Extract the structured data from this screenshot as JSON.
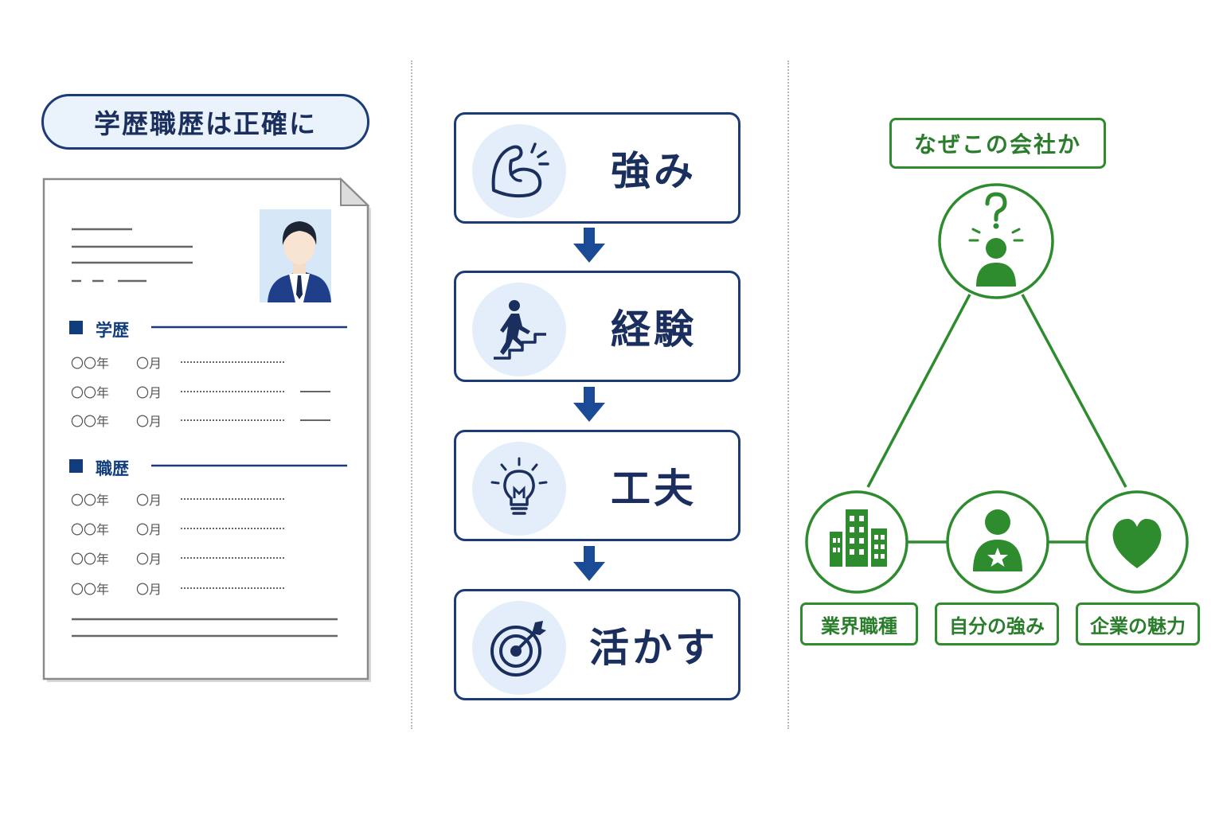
{
  "left_panel": {
    "title": "学歴職歴は正確に",
    "education": {
      "heading": "学歴",
      "rows": [
        {
          "year": "〇〇年",
          "month": "〇月"
        },
        {
          "year": "〇〇年",
          "month": "〇月"
        },
        {
          "year": "〇〇年",
          "month": "〇月"
        }
      ]
    },
    "career": {
      "heading": "職歴",
      "rows": [
        {
          "year": "〇〇年",
          "month": "〇月"
        },
        {
          "year": "〇〇年",
          "month": "〇月"
        },
        {
          "year": "〇〇年",
          "month": "〇月"
        },
        {
          "year": "〇〇年",
          "month": "〇月"
        }
      ]
    }
  },
  "middle_panel": {
    "steps": [
      {
        "label": "強み",
        "icon": "flexed-arm-icon"
      },
      {
        "label": "経験",
        "icon": "climbing-stairs-icon"
      },
      {
        "label": "工夫",
        "icon": "lightbulb-icon"
      },
      {
        "label": "活かす",
        "icon": "target-icon"
      }
    ]
  },
  "right_panel": {
    "title": "なぜこの会社か",
    "nodes": [
      {
        "label": "業界職種",
        "icon": "buildings-icon"
      },
      {
        "label": "自分の強み",
        "icon": "person-star-icon"
      },
      {
        "label": "企業の魅力",
        "icon": "heart-icon"
      }
    ],
    "top_icon": "person-question-icon"
  },
  "colors": {
    "navy": "#1b3a78",
    "light_blue": "#e3eefa",
    "green": "#2e8b2e"
  }
}
